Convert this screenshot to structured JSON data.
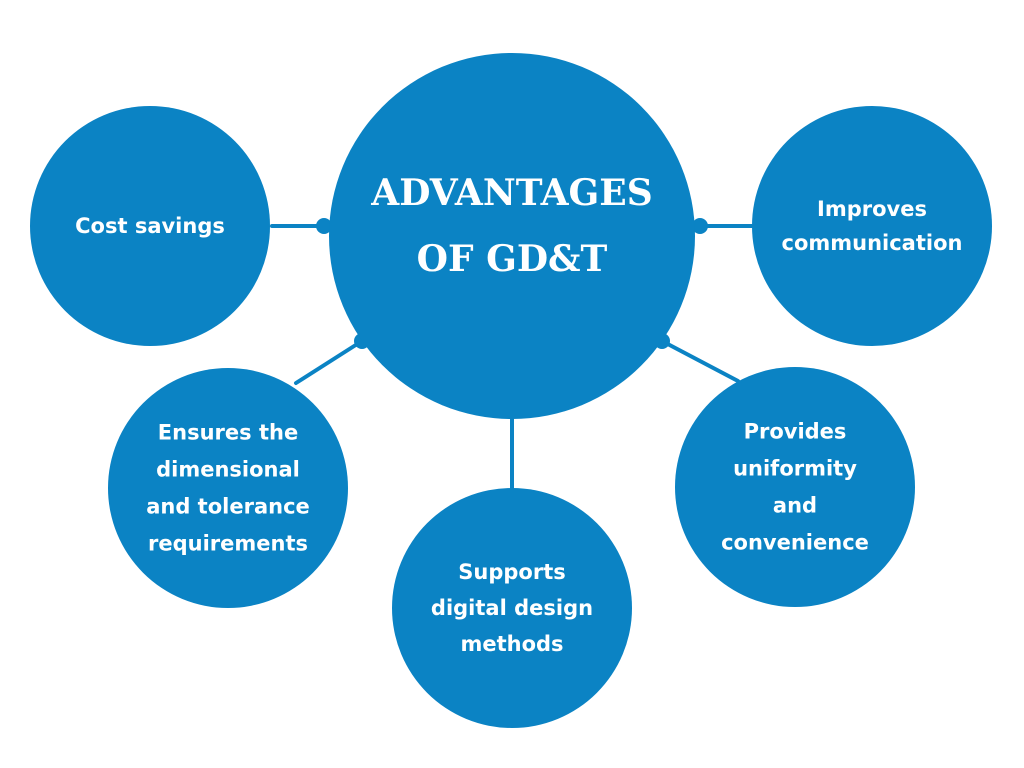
{
  "colors": {
    "node_fill": "#0b83c4",
    "connector": "#0b83c4",
    "text": "#ffffff",
    "background": "#ffffff"
  },
  "center": {
    "lines": [
      "ADVANTAGES",
      "OF GD&T"
    ]
  },
  "nodes": [
    {
      "id": "cost-savings",
      "lines": [
        "Cost savings"
      ]
    },
    {
      "id": "improves-communication",
      "lines": [
        "Improves",
        "communication"
      ]
    },
    {
      "id": "dimensional-tolerance",
      "lines": [
        "Ensures the",
        "dimensional",
        "and tolerance",
        "requirements"
      ]
    },
    {
      "id": "digital-design",
      "lines": [
        "Supports",
        "digital design",
        "methods"
      ]
    },
    {
      "id": "uniformity-convenience",
      "lines": [
        "Provides",
        "uniformity",
        "and",
        "convenience"
      ]
    }
  ]
}
